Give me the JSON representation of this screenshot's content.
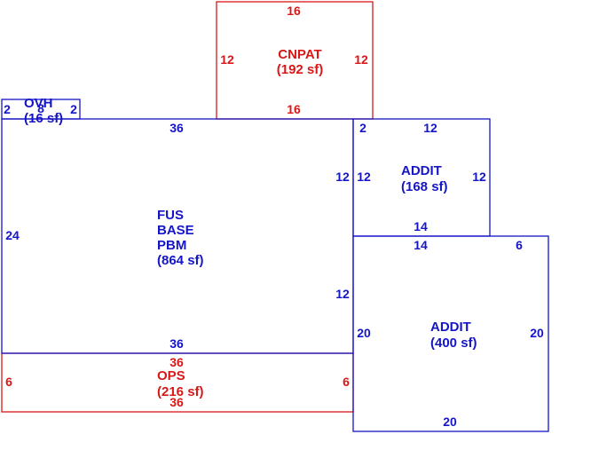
{
  "colors": {
    "blue": "#1515c8",
    "red": "#d81818"
  },
  "areas": {
    "cnpat": {
      "name": "CNPAT",
      "area": "(192 sf)",
      "top": "16",
      "bottom": "16",
      "left": "12",
      "right": "12"
    },
    "ovh": {
      "name": "OVH",
      "area": "(16 sf)",
      "left": "2",
      "top": "8",
      "right": "2"
    },
    "fus": {
      "line1": "FUS",
      "line2": "BASE",
      "line3": "PBM",
      "area": "(864 sf)",
      "top": "36",
      "bottom": "36",
      "left": "24",
      "right_upper": "12",
      "right_lower": "12"
    },
    "addit_upper": {
      "name": "ADDIT",
      "area": "(168 sf)",
      "top_left": "2",
      "top": "12",
      "left": "12",
      "right": "12",
      "bottom": "14"
    },
    "addit_lower": {
      "name": "ADDIT",
      "area": "(400 sf)",
      "top": "14",
      "top_right": "6",
      "left": "20",
      "right": "20",
      "bottom": "20"
    },
    "ops": {
      "name": "OPS",
      "area": "(216 sf)",
      "top": "36",
      "bottom": "36",
      "left": "6",
      "right": "6"
    }
  }
}
